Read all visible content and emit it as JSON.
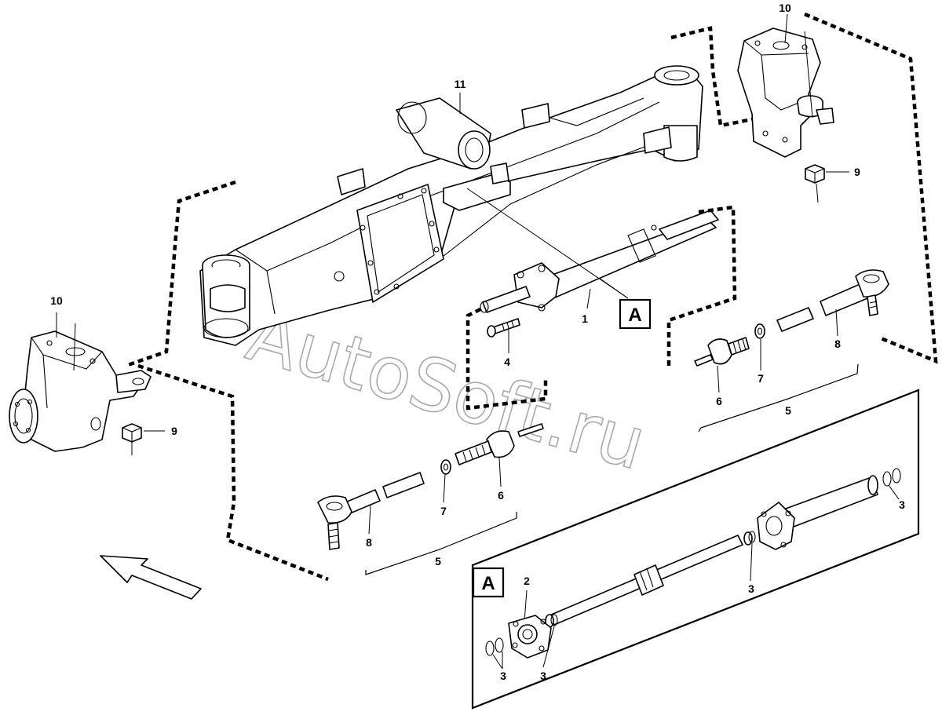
{
  "watermark": "AutoSoft.ru",
  "detail_view_tag": "A",
  "callouts": {
    "c1": "1",
    "c2": "2",
    "c3": "3",
    "c4": "4",
    "c5": "5",
    "c6": "6",
    "c7": "7",
    "c8": "8",
    "c9": "9",
    "c10": "10",
    "c11": "11"
  }
}
